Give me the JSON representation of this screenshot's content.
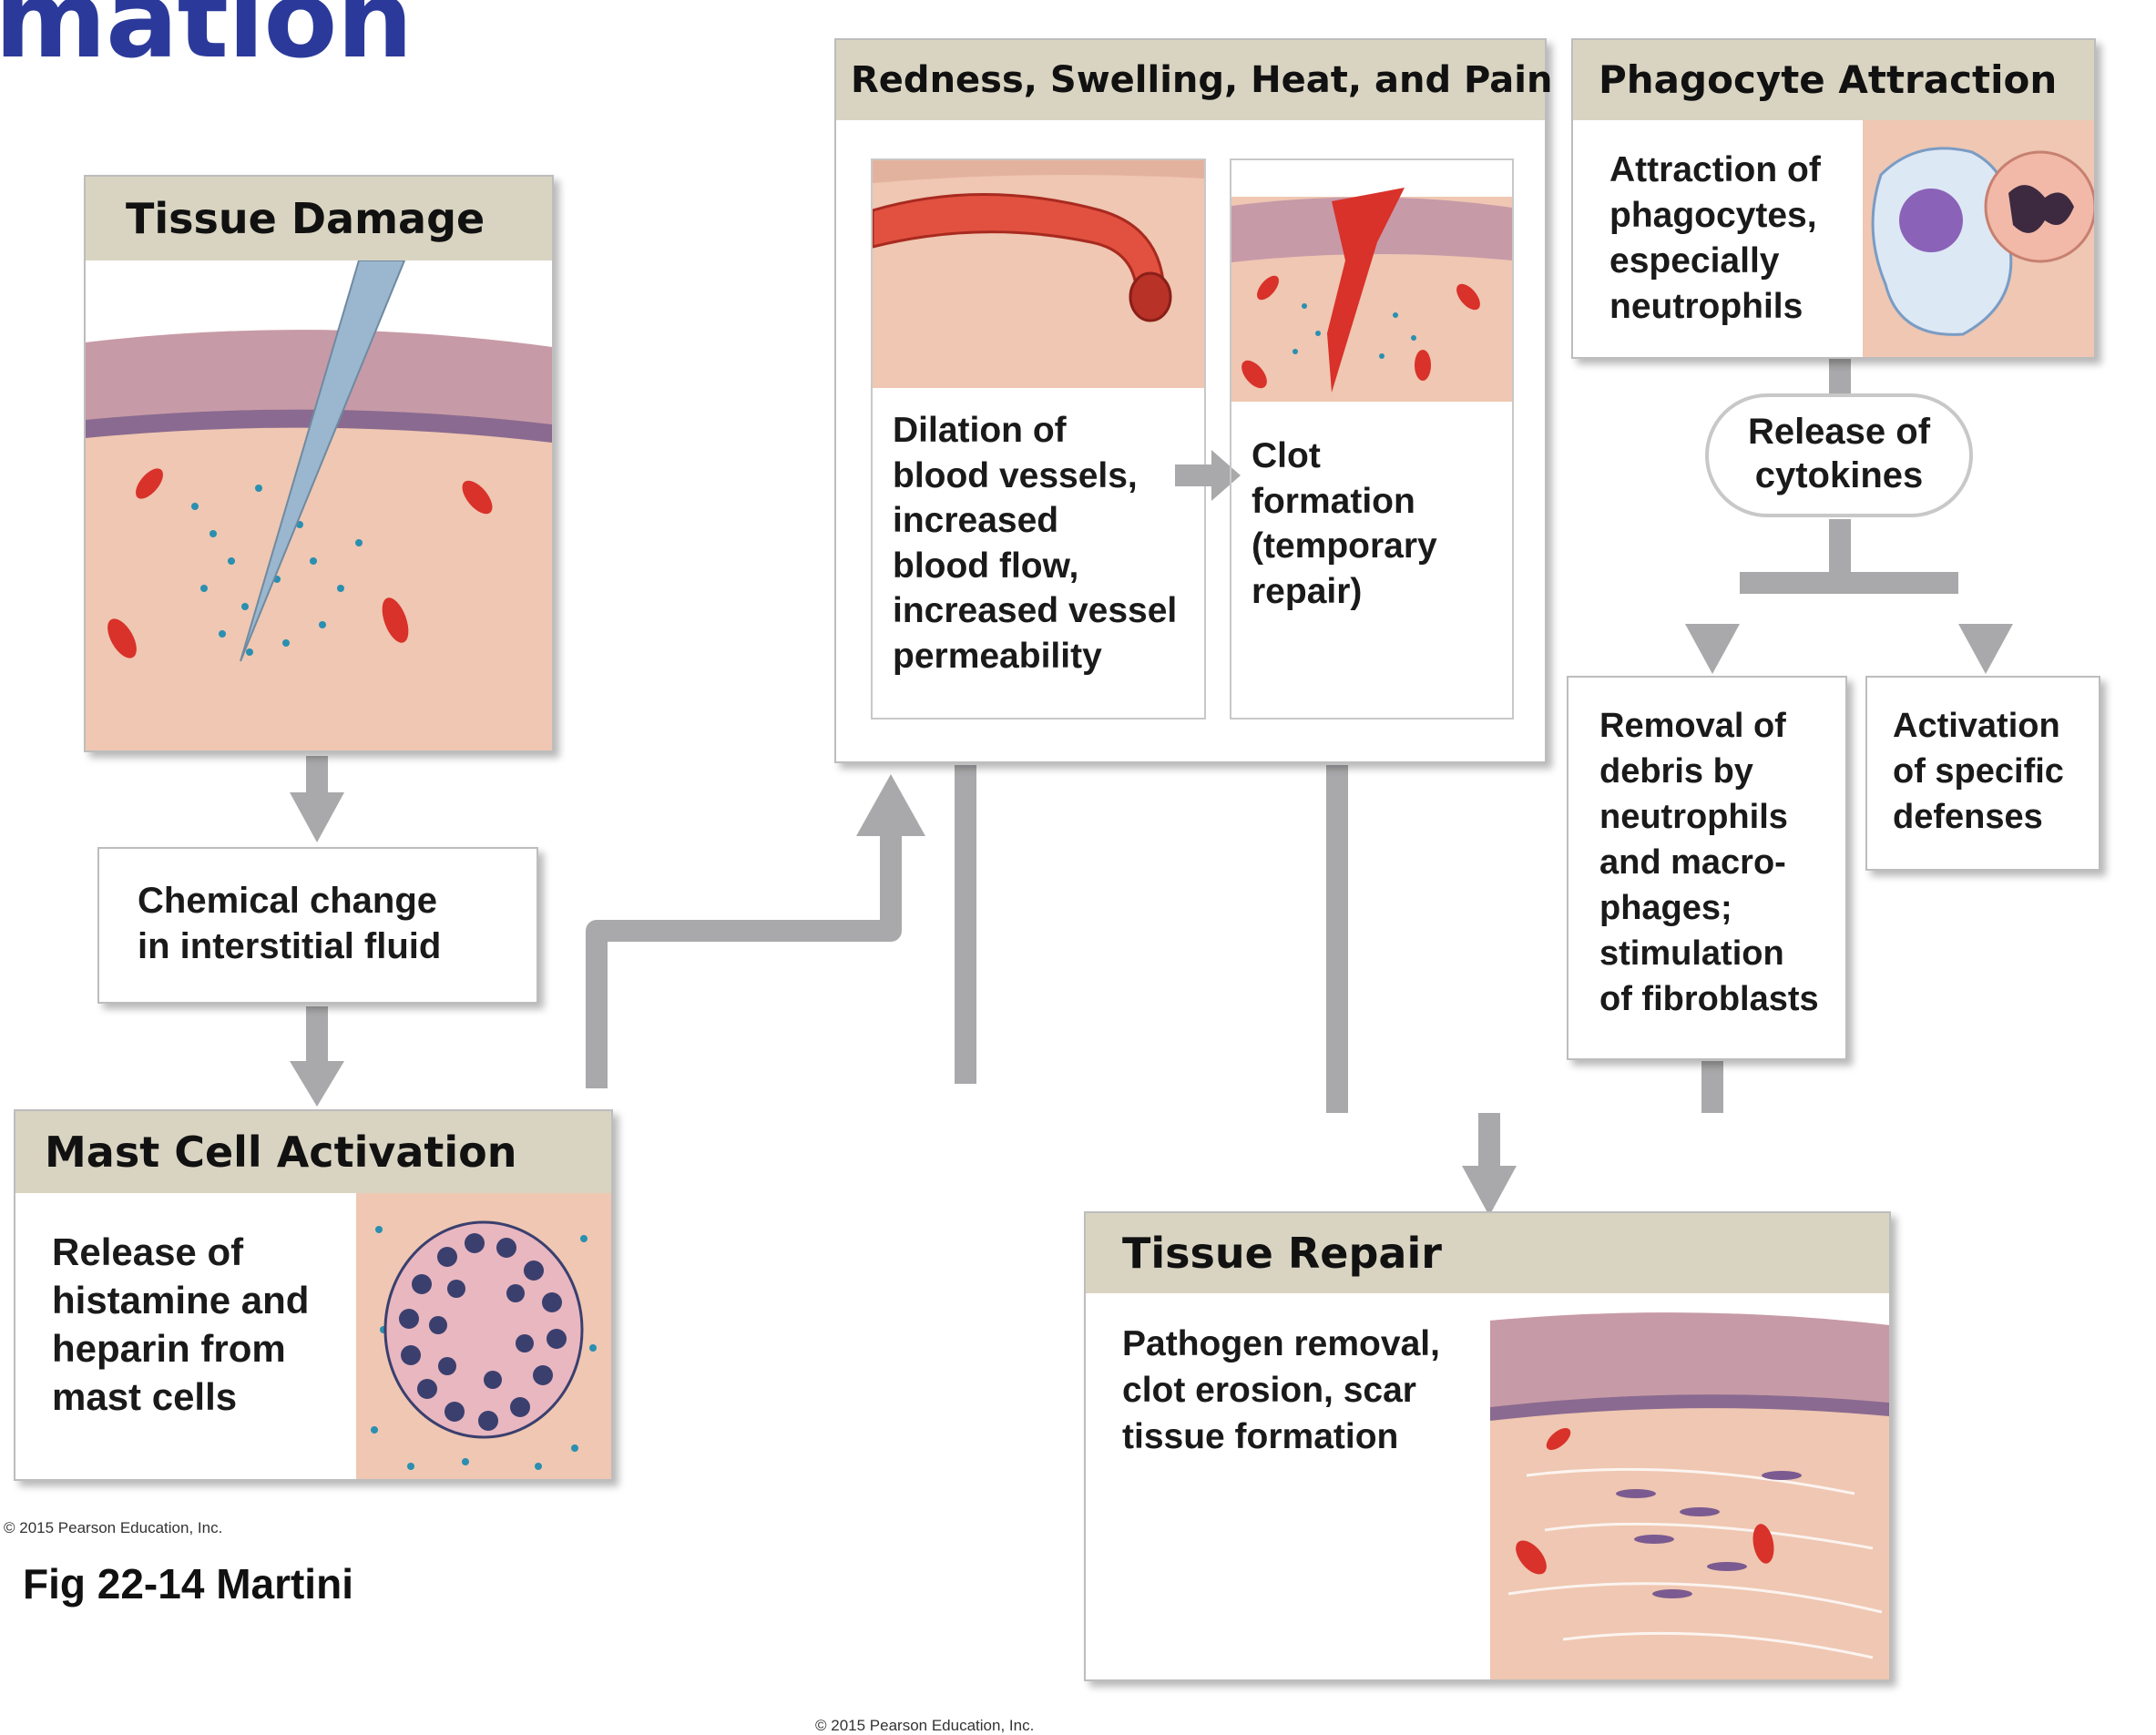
{
  "title_partial": "mation",
  "tissue_damage": {
    "header": "Tissue Damage"
  },
  "chemical_change": {
    "text": [
      "Chemical change",
      "in interstitial fluid"
    ]
  },
  "mast_cell": {
    "header": "Mast Cell Activation",
    "text": [
      "Release of",
      "histamine and",
      "heparin from",
      "mast cells"
    ]
  },
  "redness": {
    "header": "Redness, Swelling, Heat, and Pain",
    "dilation_text": [
      "Dilation of",
      "blood vessels,",
      "increased",
      "blood flow,",
      "increased vessel",
      "permeability"
    ],
    "clot_text": [
      "Clot",
      "formation",
      "(temporary",
      "repair)"
    ]
  },
  "phagocyte": {
    "header": "Phagocyte Attraction",
    "text": [
      "Attraction of",
      "phagocytes,",
      "especially",
      "neutrophils"
    ]
  },
  "cytokines": {
    "text": [
      "Release of",
      "cytokines"
    ]
  },
  "removal": {
    "text": [
      "Removal of",
      "debris by",
      "neutrophils",
      "and macro-",
      "phages;",
      "stimulation",
      "of fibroblasts"
    ]
  },
  "activation": {
    "text": [
      "Activation",
      "of specific",
      "defenses"
    ]
  },
  "tissue_repair": {
    "header": "Tissue Repair",
    "text": [
      "Pathogen removal,",
      "clot erosion, scar",
      "tissue formation"
    ]
  },
  "copyright_left": "© 2015 Pearson Education, Inc.",
  "figure_caption": "Fig 22-14 Martini",
  "copyright_bottom": "© 2015 Pearson Education, Inc.",
  "colors": {
    "title_blue": "#2b3a9a",
    "header_beige": "#d9d4c2",
    "arrow_gray": "#a9a9ab",
    "skin": "#efc7b2",
    "rbc_red": "#d8322a",
    "dot_blue": "#2a8fb0"
  }
}
